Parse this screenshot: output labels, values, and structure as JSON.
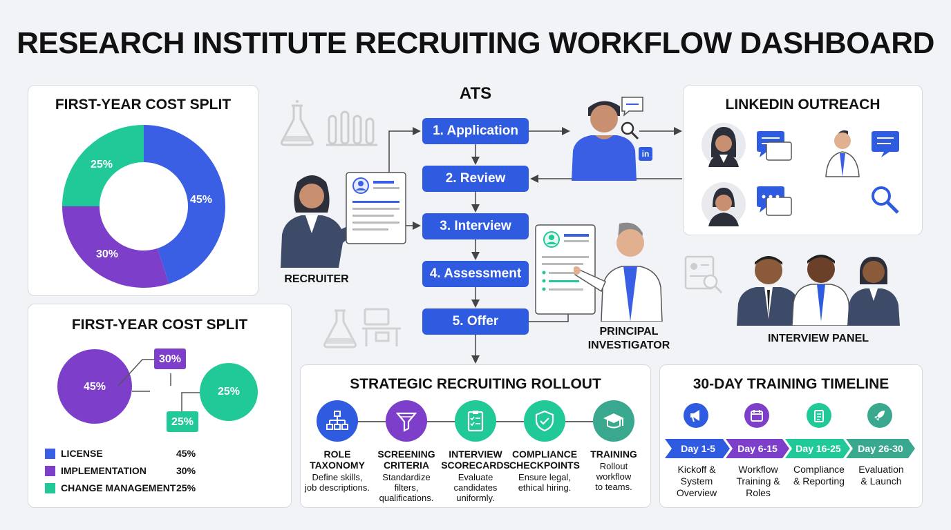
{
  "title": "RESEARCH INSTITUTE RECRUITING WORKFLOW DASHBOARD",
  "donut_card": {
    "title": "FIRST-YEAR COST SPLIT",
    "labels": [
      "45%",
      "30%",
      "25%"
    ]
  },
  "pie_card": {
    "title": "FIRST-YEAR COST SPLIT",
    "labels": [
      "45%",
      "30%",
      "25%"
    ]
  },
  "chart_data": [
    {
      "type": "pie",
      "title": "FIRST-YEAR COST SPLIT",
      "categories": [
        "LICENSE",
        "IMPLEMENTATION",
        "CHANGE MANAGEMENT"
      ],
      "values": [
        45,
        30,
        25
      ],
      "colors": [
        "#3a5fe5",
        "#7d3fc9",
        "#20c997"
      ],
      "style": "donut"
    },
    {
      "type": "pie",
      "title": "FIRST-YEAR COST SPLIT",
      "categories": [
        "LICENSE",
        "IMPLEMENTATION",
        "CHANGE MANAGEMENT"
      ],
      "values": [
        45,
        30,
        25
      ],
      "colors": [
        "#3a5fe5",
        "#7d3fc9",
        "#20c997"
      ],
      "style": "exploded"
    }
  ],
  "legend": [
    {
      "name": "LICENSE",
      "value": "45%",
      "color": "#3a5fe5"
    },
    {
      "name": "IMPLEMENTATION",
      "value": "30%",
      "color": "#7d3fc9"
    },
    {
      "name": "CHANGE MANAGEMENT",
      "value": "25%",
      "color": "#20c997"
    }
  ],
  "ats": {
    "title": "ATS",
    "steps": [
      "1. Application",
      "2. Review",
      "3. Interview",
      "4. Assessment",
      "5. Offer"
    ]
  },
  "people": {
    "recruiter": "RECRUITER",
    "pi_line1": "PRINCIPAL",
    "pi_line2": "INVESTIGATOR",
    "panel": "INTERVIEW PANEL",
    "linkedin_badge": "in"
  },
  "linkedin": {
    "title": "LINKEDIN OUTREACH"
  },
  "rollout": {
    "title": "STRATEGIC RECRUITING ROLLOUT",
    "items": [
      {
        "name1": "ROLE",
        "name2": "TAXONOMY",
        "desc": [
          "Define skills,",
          "job descriptions."
        ],
        "color": "#2f5be0",
        "icon": "org-chart-icon"
      },
      {
        "name1": "SCREENING",
        "name2": "CRITERIA",
        "desc": [
          "Standardize",
          "filters,",
          "qualifications."
        ],
        "color": "#7d3fc9",
        "icon": "funnel-icon"
      },
      {
        "name1": "INTERVIEW",
        "name2": "SCORECARDS",
        "desc": [
          "Evaluate",
          "candidates",
          "uniformly."
        ],
        "color": "#20c997",
        "icon": "checklist-icon"
      },
      {
        "name1": "COMPLIANCE",
        "name2": "CHECKPOINTS",
        "desc": [
          "Ensure legal,",
          "ethical hiring."
        ],
        "color": "#20c997",
        "icon": "shield-check-icon"
      },
      {
        "name1": "TRAINING",
        "name2": "",
        "desc": [
          "Rollout",
          "workflow",
          "to teams."
        ],
        "color": "#3aa88f",
        "icon": "graduation-cap-icon"
      }
    ]
  },
  "timeline": {
    "title": "30-DAY TRAINING TIMELINE",
    "items": [
      {
        "day": "Day 1-5",
        "lines": [
          "Kickoff &",
          "System",
          "Overview"
        ],
        "color": "#2f5be0",
        "icon": "megaphone-icon"
      },
      {
        "day": "Day 6-15",
        "lines": [
          "Workflow",
          "Training &",
          "Roles"
        ],
        "color": "#7d3fc9",
        "icon": "calendar-icon"
      },
      {
        "day": "Day 16-25",
        "lines": [
          "Compliance",
          "& Reporting"
        ],
        "color": "#20c997",
        "icon": "clipboard-icon"
      },
      {
        "day": "Day 26-30",
        "lines": [
          "Evaluation",
          "& Launch"
        ],
        "color": "#3aa88f",
        "icon": "rocket-icon"
      }
    ]
  }
}
